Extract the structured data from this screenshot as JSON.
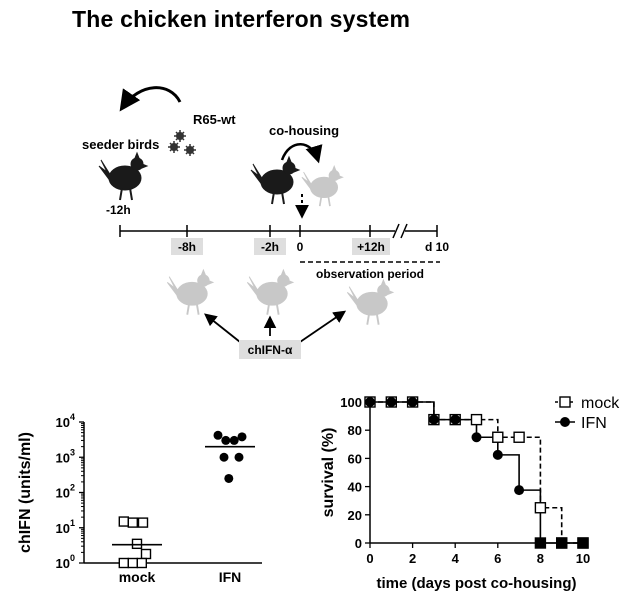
{
  "title": "The chicken interferon system",
  "diagram": {
    "seeder_label": "seeder birds",
    "virus_label": "R65-wt",
    "cohousing_label": "co-housing",
    "start_label": "-12h",
    "time_labels": [
      "-8h",
      "-2h",
      "+12h"
    ],
    "zero_label": "0",
    "end_label": "d 10",
    "observation_label": "observation period",
    "treatment_label": "chIFN-α",
    "accent_box_color": "#dedede"
  },
  "chart_data": [
    {
      "type": "scatter",
      "xlabel": "",
      "ylabel": "chIFN (units/ml)",
      "yscale": "log",
      "ylim": [
        1,
        10000
      ],
      "y_ticks": [
        {
          "value": 1,
          "base": "10",
          "exp": "0"
        },
        {
          "value": 10,
          "base": "10",
          "exp": "1"
        },
        {
          "value": 100,
          "base": "10",
          "exp": "2"
        },
        {
          "value": 1000,
          "base": "10",
          "exp": "3"
        },
        {
          "value": 10000,
          "base": "10",
          "exp": "4"
        }
      ],
      "categories": [
        "mock",
        "IFN"
      ],
      "groups": [
        {
          "category": "mock",
          "marker": "open-square",
          "mean": 3.3,
          "points": [
            {
              "x": -0.22,
              "y": 15
            },
            {
              "x": -0.07,
              "y": 14
            },
            {
              "x": 0.1,
              "y": 14
            },
            {
              "x": 0.0,
              "y": 3.5
            },
            {
              "x": 0.15,
              "y": 1.8
            },
            {
              "x": -0.22,
              "y": 1
            },
            {
              "x": -0.07,
              "y": 1
            },
            {
              "x": 0.08,
              "y": 1
            }
          ]
        },
        {
          "category": "IFN",
          "marker": "filled-circle",
          "mean": 2000,
          "points": [
            {
              "x": -0.2,
              "y": 4200
            },
            {
              "x": -0.07,
              "y": 3000
            },
            {
              "x": 0.07,
              "y": 3000
            },
            {
              "x": 0.2,
              "y": 3800
            },
            {
              "x": -0.1,
              "y": 1000
            },
            {
              "x": 0.15,
              "y": 1000
            },
            {
              "x": -0.02,
              "y": 250
            }
          ]
        }
      ]
    },
    {
      "type": "line",
      "step": true,
      "xlabel": "time (days post co-housing)",
      "ylabel": "survival (%)",
      "xlim": [
        0,
        10
      ],
      "ylim": [
        0,
        100
      ],
      "x_ticks": [
        0,
        2,
        4,
        6,
        8,
        10
      ],
      "y_ticks": [
        0,
        20,
        40,
        60,
        80,
        100
      ],
      "legend": "top-right",
      "series": [
        {
          "name": "mock",
          "marker": "open-square",
          "dashed": true,
          "x": [
            0,
            1,
            2,
            3,
            4,
            5,
            6,
            7,
            8,
            9,
            10
          ],
          "y": [
            100,
            100,
            100,
            87.5,
            87.5,
            87.5,
            75,
            75,
            25,
            0,
            0
          ]
        },
        {
          "name": "IFN",
          "marker": "filled-circle",
          "dashed": false,
          "x": [
            0,
            1,
            2,
            3,
            4,
            5,
            6,
            7,
            8,
            9,
            10
          ],
          "y": [
            100,
            100,
            100,
            87.5,
            87.5,
            75,
            62.5,
            37.5,
            0,
            0,
            0
          ]
        }
      ]
    }
  ]
}
